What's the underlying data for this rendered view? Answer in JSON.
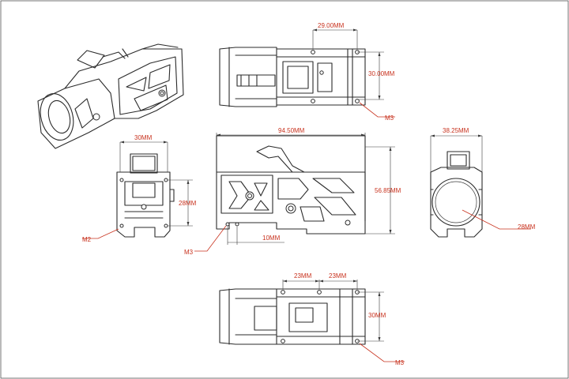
{
  "colors": {
    "line": "#2b2b2b",
    "dimension_text": "#c8321e",
    "background": "#ffffff"
  },
  "top_view": {
    "width_dim": "29.00MM",
    "height_dim": "30.00MM",
    "thread": "M3"
  },
  "front_view": {
    "width_dim": "30MM",
    "height_dim": "28MM",
    "thread": "M2"
  },
  "side_view": {
    "length_dim": "94.50MM",
    "height_dim": "56.85MM",
    "hole_dim": "10MM",
    "thread": "M3"
  },
  "end_view": {
    "width_dim": "38.25MM",
    "bore_dim": "28MM"
  },
  "bottom_view": {
    "spacing_1": "23MM",
    "spacing_2": "23MM",
    "height_dim": "30MM",
    "thread": "M3"
  }
}
